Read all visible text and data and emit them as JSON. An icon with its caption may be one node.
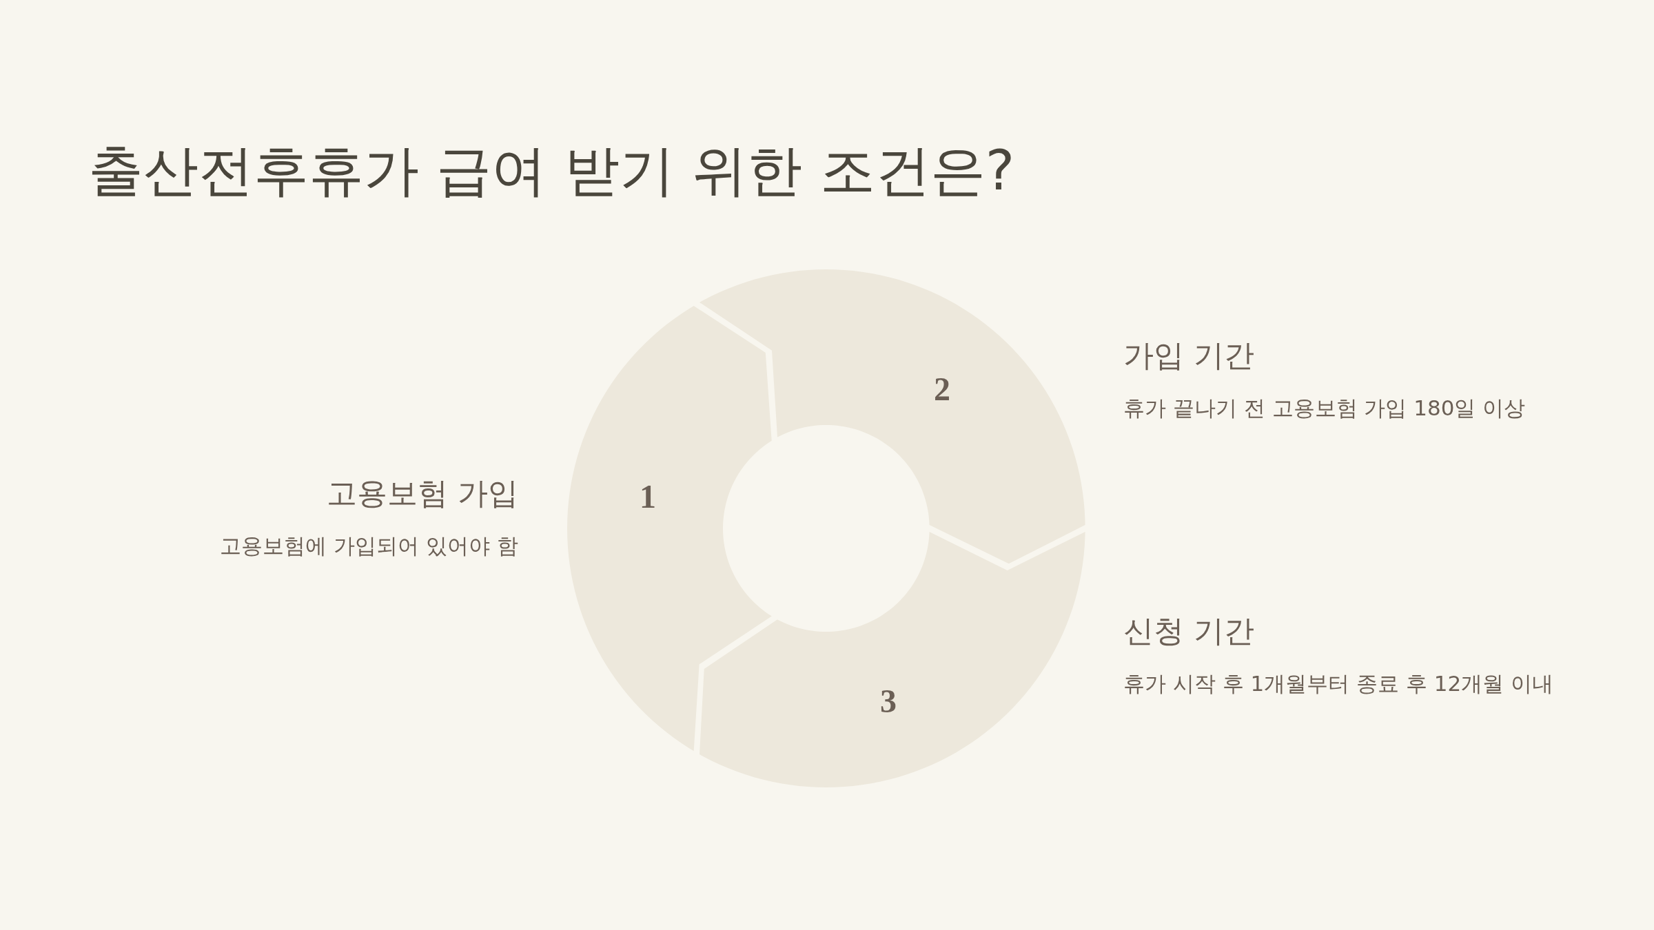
{
  "diagram": {
    "title": "출산전후휴가 급여 받기 위한 조건은?",
    "nodes": [
      {
        "text": [
          "1"
        ],
        "beside": [
          "고용보험 가입",
          "고용보험에 가입되어 있어야 함"
        ]
      },
      {
        "text": [
          "2"
        ],
        "beside": [
          "가입 기간",
          "휴가 끝나기 전 고용보험 가입 180일 이상"
        ]
      },
      {
        "text": [
          "3"
        ],
        "beside": [
          "신청 기간",
          "휴가 시작 후 1개월부터 종료 후 12개월 이내"
        ]
      }
    ]
  }
}
